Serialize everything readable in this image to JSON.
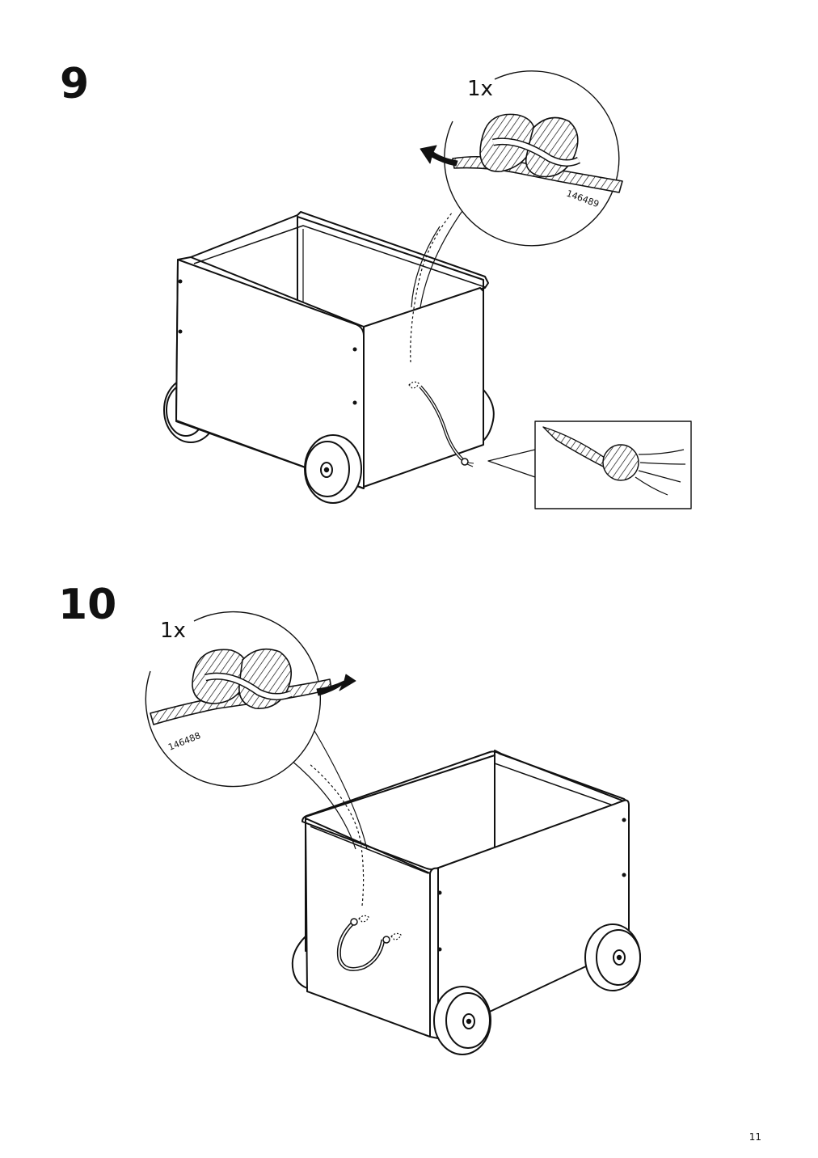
{
  "steps": [
    {
      "number": "9",
      "quantity": "1x",
      "part_number": "146489"
    },
    {
      "number": "10",
      "quantity": "1x",
      "part_number": "146488"
    }
  ],
  "page_number": "11"
}
